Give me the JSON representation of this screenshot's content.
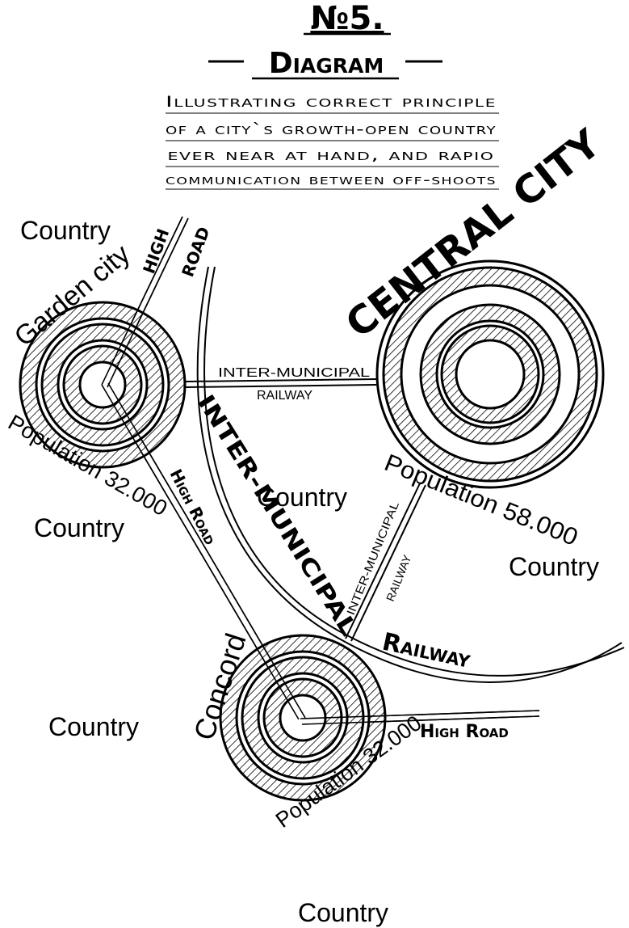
{
  "header": {
    "number": "№5.",
    "title": "Diagram",
    "caption_lines": [
      "Illustrating correct principle",
      "of a city`s growth-open country",
      "ever near at hand, and rapio",
      "communication between off-shoots"
    ]
  },
  "cities": {
    "garden": {
      "name": "Garden city",
      "population": "Population 32.000"
    },
    "central": {
      "name": "CENTRAL CITY",
      "population": "Population 58.000"
    },
    "concord": {
      "name": "Concord",
      "population": "Population 32.000"
    }
  },
  "routes": {
    "high_road_top": "HIGH",
    "high_road_top_2": "ROAD",
    "high_road_diag": "High Road",
    "high_road_bottom": "High Road",
    "inter_municipal_railway_top_1": "INTER-MUNICIPAL",
    "inter_municipal_railway_top_2": "RAILWAY",
    "inter_municipal_railway_big": "INTER-MUNICIPAL",
    "railway_big": "Railway",
    "inter_municipal_right_1": "INTER-MUNICIPAL",
    "inter_municipal_right_2": "RAILWAY"
  },
  "country_labels": {
    "top_left": "Country",
    "left_mid": "Country",
    "center": "Country",
    "right": "Country",
    "bottom_left": "Country",
    "bottom": "Country"
  }
}
